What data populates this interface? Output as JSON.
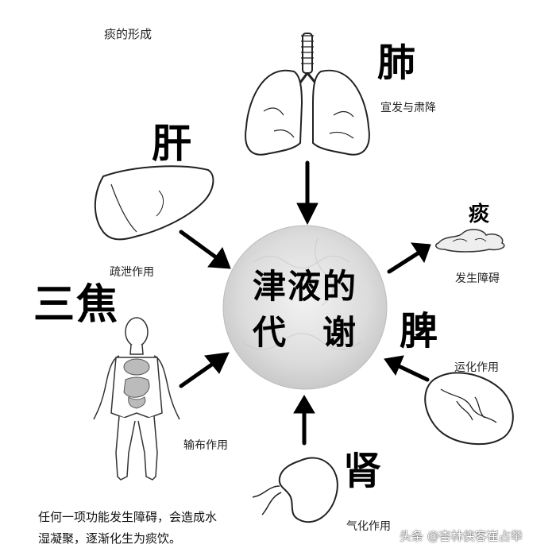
{
  "title": "痰的形成",
  "center": {
    "line1": "津液的",
    "line2a": "代",
    "line2b": "谢"
  },
  "organs": {
    "lung": {
      "name": "肺",
      "function": "宣发与肃降"
    },
    "liver": {
      "name": "肝",
      "function": "疏泄作用"
    },
    "sanjiao": {
      "name": "三焦",
      "function": "输布作用"
    },
    "spleen": {
      "name": "脾",
      "function": "运化作用"
    },
    "kidney": {
      "name": "肾",
      "function": "气化作用"
    },
    "phlegm": {
      "name": "痰",
      "function": "发生障碍"
    }
  },
  "note": {
    "line1": "任何一项功能发生障碍，会造成水",
    "line2": "湿凝聚，逐渐化生为痰饮。"
  },
  "watermark": "头条 @杏林侠客崔占举"
}
